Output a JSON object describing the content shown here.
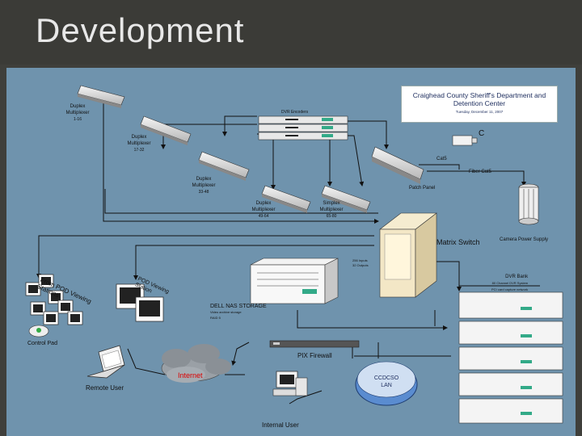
{
  "slide": {
    "title": "Development"
  },
  "header": {
    "org_line1": "Craighead County Sheriff's Department and",
    "org_line2": "Detention Center",
    "date": "Tuesday, December 11, 2007"
  },
  "labels": {
    "mux1_a": "Duplex",
    "mux1_b": "Multiplexer",
    "mux1_c": "1-16",
    "mux2_a": "Duplex",
    "mux2_b": "Multiplexer",
    "mux2_c": "17-32",
    "mux3_a": "Duplex",
    "mux3_b": "Multiplexer",
    "mux3_c": "33-48",
    "mux4_a": "Duplex",
    "mux4_b": "Multiplexer",
    "mux4_c": "49-64",
    "mux5_a": "Simplex",
    "mux5_b": "Multiplexer",
    "mux5_c": "65-80",
    "rack_title": "DVR Encoders",
    "camera": "C",
    "cat5_top": "Cat5",
    "fiber_cat5": "Fiber Cat5",
    "patch_panel": "Patch Panel",
    "matrix_switch": "Matrix Switch",
    "camera_power": "Camera Power Supply",
    "matrix_note1": "256 Inputs",
    "matrix_note2": "32 Outputs",
    "pod_views_a": "From POD Viewing",
    "pod_views_b": "Stations",
    "pod_view_c": "POD Viewing",
    "pod_view_d": "Station",
    "control_pad": "Control Pad",
    "nas_a": "DELL NAS STORAGE",
    "nas_b": "Video archive storage",
    "nas_c": "RAID 5",
    "dvr_a": "DVR Bank",
    "dvr_b": "80 Channel DVR System",
    "dvr_c": "PCI card capture network",
    "pix": "PIX Firewall",
    "internet": "Internet",
    "remote_user": "Remote User",
    "ccdcso_a": "CCDCSO",
    "ccdcso_b": "LAN",
    "internal_user": "Internal User"
  }
}
